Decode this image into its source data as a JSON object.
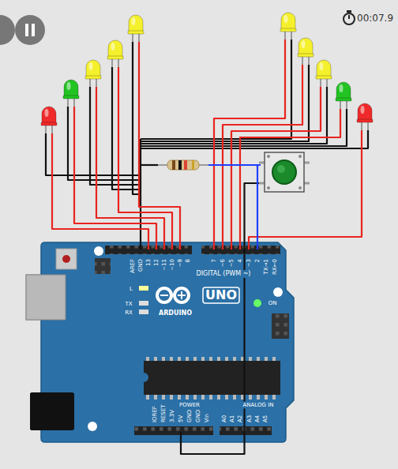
{
  "diagram": {
    "nodes": [
      {
        "text": [
          "AREF",
          "GND",
          "13",
          "12",
          "~11",
          "~10",
          "~9",
          "8",
          "7",
          "~6",
          "~5",
          "4",
          "~3",
          "2",
          "TX→1",
          "RX←0",
          "DIGITAL (PWM ~)",
          "L",
          "TX",
          "RX",
          "UNO",
          "ARDUINO",
          "ON",
          "IOREF",
          "RESET",
          "3.3V",
          "5V",
          "GND",
          "GND",
          "Vin",
          "POWER",
          "A0",
          "A1",
          "A2",
          "A3",
          "A4",
          "A5",
          "ANALOG IN"
        ]
      }
    ],
    "labels": [
      "00:07.9"
    ]
  }
}
